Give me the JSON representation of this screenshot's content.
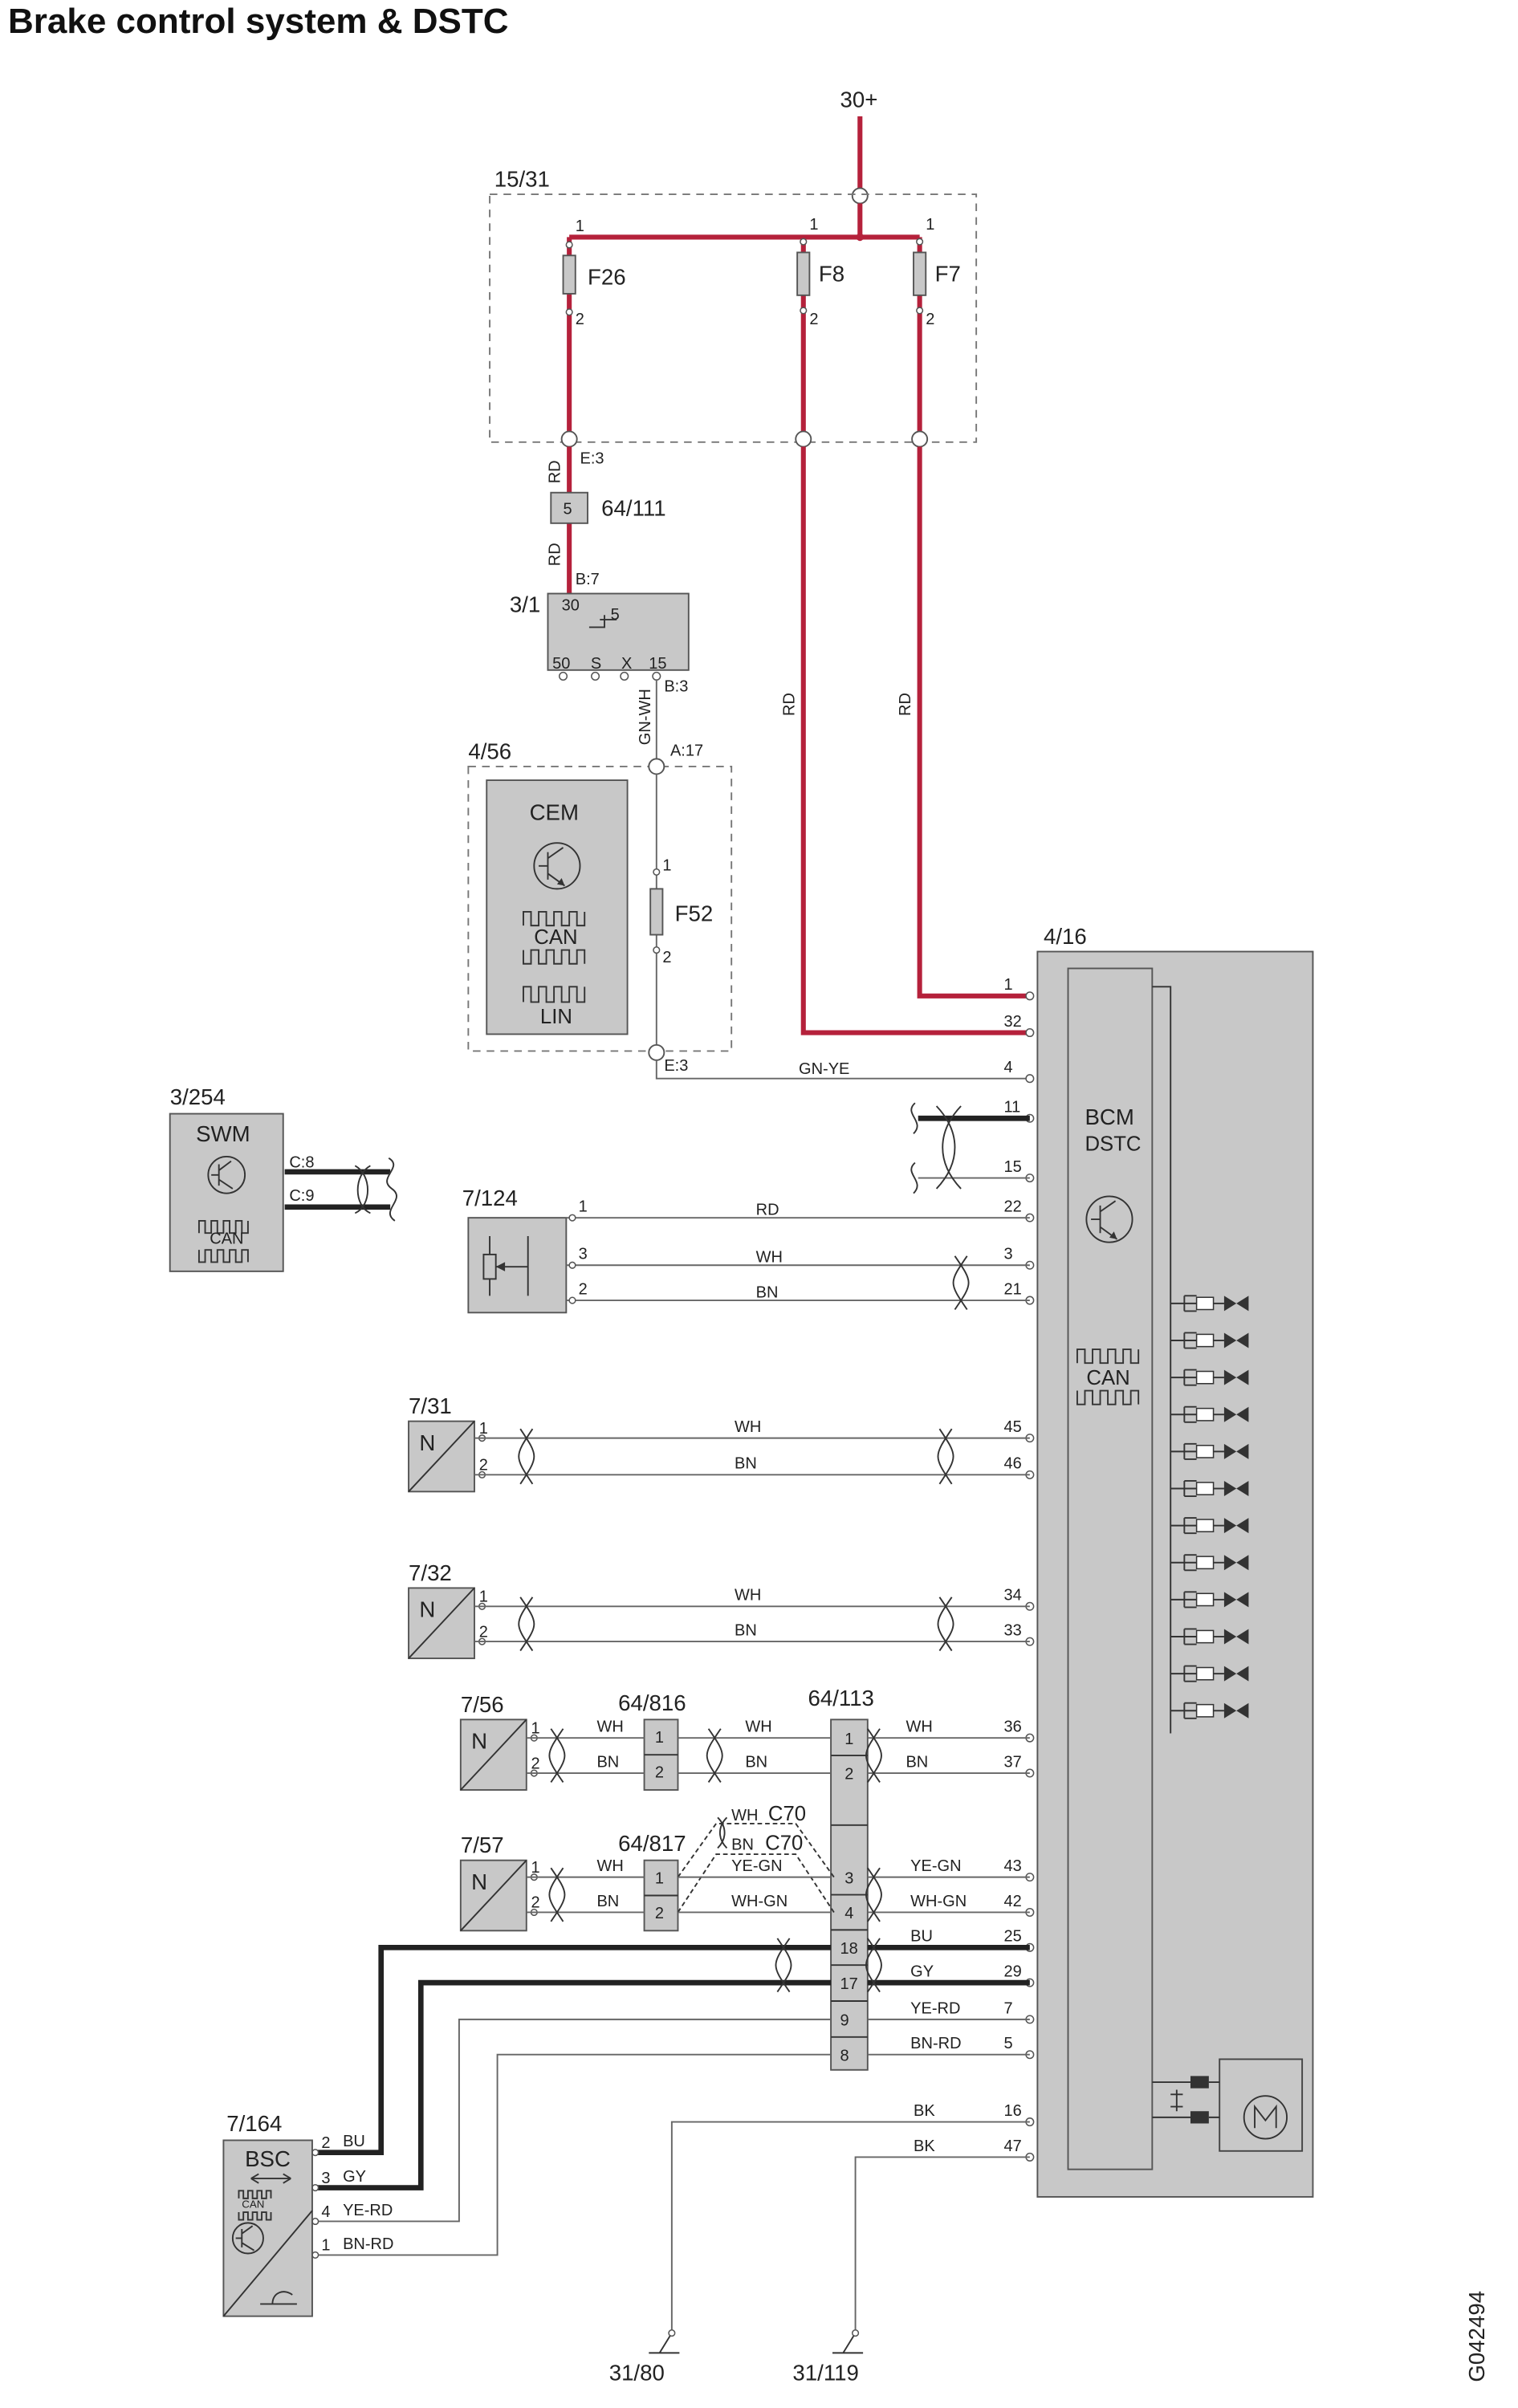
{
  "title": "Brake control system & DSTC",
  "doc_id": "G042494",
  "supply": "30+",
  "fuse_box": {
    "id": "15/31",
    "fuses": [
      {
        "name": "F26",
        "pin_in": "1",
        "pin_out": "2"
      },
      {
        "name": "F8",
        "pin_in": "1",
        "pin_out": "2"
      },
      {
        "name": "F7",
        "pin_in": "1",
        "pin_out": "2"
      }
    ],
    "conn_f26": "E:3"
  },
  "junction_64_111": {
    "id": "64/111",
    "pin": "5"
  },
  "ignition_switch": {
    "id": "3/1",
    "conn_in": "B:7",
    "conn_out": "B:3",
    "pins": [
      "30",
      "5",
      "50",
      "S",
      "X",
      "15"
    ]
  },
  "cem_module": {
    "id": "4/56",
    "name": "CEM",
    "can": "CAN",
    "lin": "LIN",
    "fuse": "F52",
    "fuse_pin_in": "1",
    "fuse_pin_out": "2",
    "conn_top": "A:17",
    "conn_bottom": "E:3"
  },
  "swm": {
    "id": "3/254",
    "name": "SWM",
    "can": "CAN",
    "conn_1": "C:8",
    "conn_2": "C:9"
  },
  "bcm": {
    "id": "4/16",
    "name": "BCM",
    "subname": "DSTC",
    "can": "CAN"
  },
  "pressure_sensor": {
    "id": "7/124"
  },
  "wheel_sensors": [
    {
      "id": "7/31",
      "symbol": "N"
    },
    {
      "id": "7/32",
      "symbol": "N"
    },
    {
      "id": "7/56",
      "symbol": "N"
    },
    {
      "id": "7/57",
      "symbol": "N"
    }
  ],
  "junctions": {
    "j816": {
      "id": "64/816",
      "pins": [
        "1",
        "2"
      ]
    },
    "j817": {
      "id": "64/817",
      "pins": [
        "1",
        "2"
      ]
    },
    "j113": {
      "id": "64/113",
      "pins": [
        "1",
        "2",
        "3",
        "4",
        "18",
        "17",
        "9",
        "8"
      ]
    }
  },
  "bsc": {
    "id": "7/164",
    "name": "BSC",
    "can": "CAN"
  },
  "grounds": [
    "31/80",
    "31/119"
  ],
  "c70": {
    "wh": "WH",
    "bn": "BN",
    "label": "C70"
  },
  "wires": [
    {
      "id": "f26-e3",
      "color": "RD"
    },
    {
      "id": "j111-b7",
      "color": "RD"
    },
    {
      "id": "f8-bcm",
      "color": "RD"
    },
    {
      "id": "f7-bcm",
      "color": "RD"
    },
    {
      "id": "ign-cem",
      "color": "GN-WH"
    },
    {
      "id": "cem-bcm4",
      "color": "GN-YE"
    },
    {
      "id": "p124-1",
      "color": "RD"
    },
    {
      "id": "p124-3",
      "color": "WH"
    },
    {
      "id": "p124-2",
      "color": "BN"
    },
    {
      "id": "s731-1",
      "color": "WH"
    },
    {
      "id": "s731-2",
      "color": "BN"
    },
    {
      "id": "s732-1",
      "color": "WH"
    },
    {
      "id": "s732-2",
      "color": "BN"
    },
    {
      "id": "s756-1a",
      "color": "WH"
    },
    {
      "id": "s756-2a",
      "color": "BN"
    },
    {
      "id": "s756-1b",
      "color": "WH"
    },
    {
      "id": "s756-2b",
      "color": "BN"
    },
    {
      "id": "s756-1c",
      "color": "WH"
    },
    {
      "id": "s756-2c",
      "color": "BN"
    },
    {
      "id": "s757-1a",
      "color": "WH"
    },
    {
      "id": "s757-2a",
      "color": "BN"
    },
    {
      "id": "s757-1b",
      "color": "YE-GN"
    },
    {
      "id": "s757-2b",
      "color": "WH-GN"
    },
    {
      "id": "s757-1c",
      "color": "YE-GN"
    },
    {
      "id": "s757-2c",
      "color": "WH-GN"
    },
    {
      "id": "bsc-bu",
      "color": "BU"
    },
    {
      "id": "bsc-gy",
      "color": "GY"
    },
    {
      "id": "bsc-yerd",
      "color": "YE-RD"
    },
    {
      "id": "bsc-bnrd",
      "color": "BN-RD"
    },
    {
      "id": "j113-bu",
      "color": "BU"
    },
    {
      "id": "j113-gy",
      "color": "GY"
    },
    {
      "id": "j113-yerd",
      "color": "YE-RD"
    },
    {
      "id": "j113-bnrd",
      "color": "BN-RD"
    },
    {
      "id": "gnd-16",
      "color": "BK"
    },
    {
      "id": "gnd-47",
      "color": "BK"
    }
  ],
  "bcm_pins": [
    "1",
    "32",
    "4",
    "11",
    "15",
    "22",
    "3",
    "21",
    "45",
    "46",
    "34",
    "33",
    "36",
    "37",
    "43",
    "42",
    "25",
    "29",
    "7",
    "5",
    "16",
    "47"
  ],
  "p124_pins": [
    "1",
    "3",
    "2"
  ],
  "sensor_pins": [
    "1",
    "2"
  ],
  "bsc_pins": [
    "2",
    "3",
    "4",
    "1"
  ]
}
